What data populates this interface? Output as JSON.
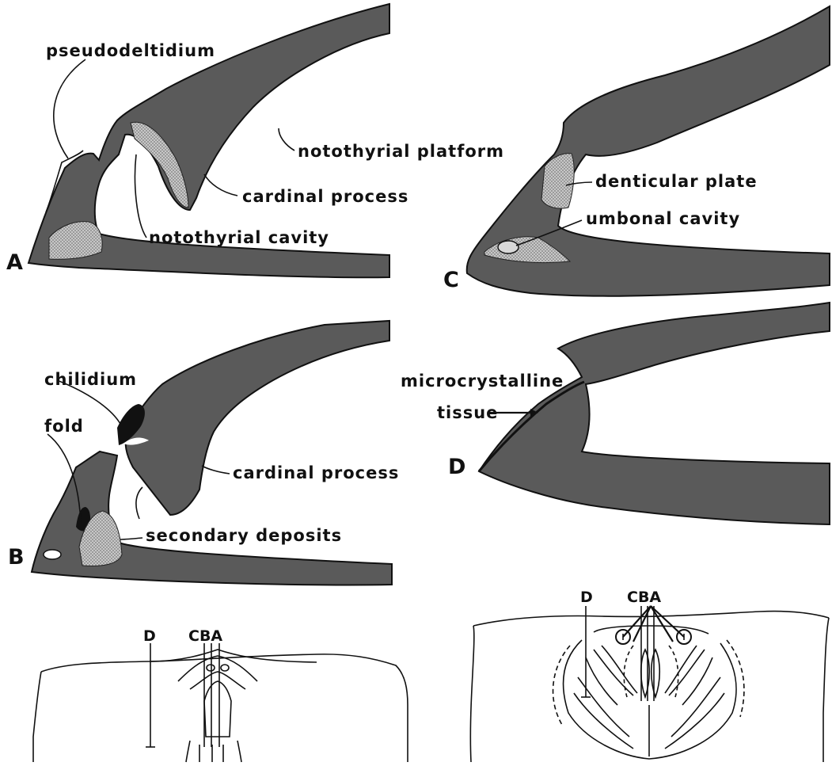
{
  "colors": {
    "shell": "#5a5a5a",
    "deposit": "#b9b9b9",
    "outline": "#111111",
    "background": "#ffffff"
  },
  "panels": {
    "A": {
      "letter": "A",
      "labels": {
        "pseudodeltidium": "pseudodeltidium",
        "notothyrial_platform": "notothyrial platform",
        "cardinal_process": "cardinal process",
        "notothyrial_cavity": "notothyrial cavity"
      }
    },
    "B": {
      "letter": "B",
      "labels": {
        "chilidium": "chilidium",
        "fold": "fold",
        "cardinal_process": "cardinal process",
        "secondary_deposits": "secondary deposits"
      }
    },
    "C": {
      "letter": "C",
      "labels": {
        "denticular_plate": "denticular plate",
        "umbonal_cavity": "umbonal cavity"
      }
    },
    "D": {
      "letter": "D",
      "labels": {
        "microcrystalline": "microcrystalline",
        "tissue": "tissue"
      }
    }
  },
  "sections_left": {
    "d": "D",
    "cba": "CBA"
  },
  "sections_right": {
    "d": "D",
    "cba": "CBA"
  }
}
